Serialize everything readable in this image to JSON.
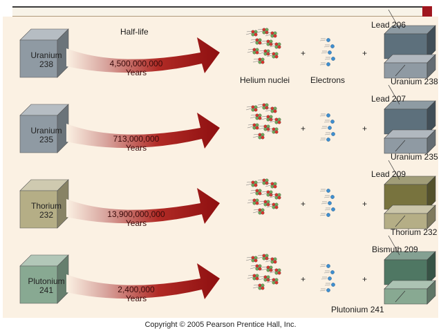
{
  "header": {
    "half_life_label": "Half-life"
  },
  "products": {
    "helium_label": "Helium nuclei",
    "electrons_label": "Electrons",
    "plus": "+"
  },
  "rows": [
    {
      "parent_name": "Uranium",
      "parent_mass": "238",
      "half_life": "4,500,000,000",
      "unit": "Years",
      "daughter": "Lead 206",
      "remaining": "Uranium 238",
      "parent_color": "#8f9aa3",
      "daughter_color": "#5d707c"
    },
    {
      "parent_name": "Uranium",
      "parent_mass": "235",
      "half_life": "713,000,000",
      "unit": "Years",
      "daughter": "Lead 207",
      "remaining": "Uranium 235",
      "parent_color": "#8f9aa3",
      "daughter_color": "#5d707c"
    },
    {
      "parent_name": "Thorium",
      "parent_mass": "232",
      "half_life": "13,900,000,000",
      "unit": "Years",
      "daughter": "Lead 209",
      "remaining": "Thorium 232",
      "parent_color": "#b5ae86",
      "daughter_color": "#78733e"
    },
    {
      "parent_name": "Plutonium",
      "parent_mass": "241",
      "half_life": "2,400,000",
      "unit": "Years",
      "daughter": "Bismuth 209",
      "remaining": "Plutonium 241",
      "parent_color": "#88a992",
      "daughter_color": "#4f7763"
    }
  ],
  "footer": {
    "copyright": "Copyright © 2005 Pearson Prentice Hall, Inc."
  }
}
